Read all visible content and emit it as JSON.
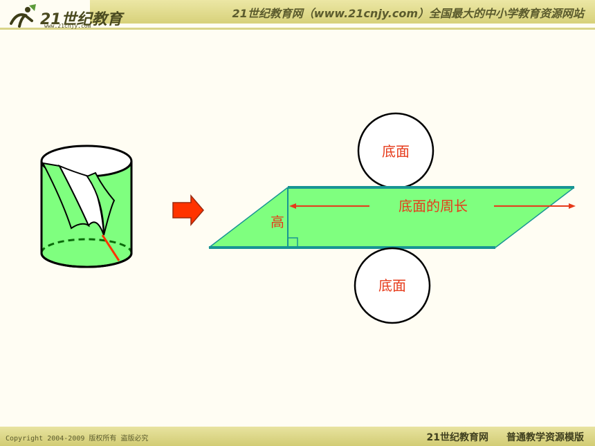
{
  "header": {
    "title": "21世纪教育网（www.21cnjy.com）全国最大的中小学教育资源网站",
    "logo_text": "21世纪教育",
    "logo_url": "www.21cnjy.com"
  },
  "diagram": {
    "base_top_label": "底面",
    "base_bottom_label": "底面",
    "height_label": "高",
    "perimeter_label": "底面的周长"
  },
  "colors": {
    "fill_green": "#7fff7f",
    "edge_teal": "#189494",
    "label_red": "#e63a1a",
    "arrow_red": "#ff3300"
  },
  "footer": {
    "copyright": "Copyright 2004-2009 版权所有 盗版必究",
    "site_name": "21世纪教育网",
    "template_name": "普通教学资源模版"
  }
}
